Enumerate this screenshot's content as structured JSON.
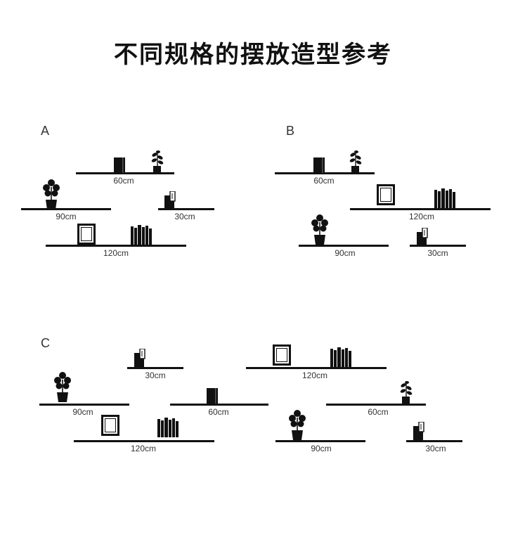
{
  "title": "不同规格的摆放造型参考",
  "groups": [
    {
      "label": "A",
      "shelves": [
        {
          "label": "60cm",
          "items": [
            "book",
            "plant-small"
          ]
        },
        {
          "label": "90cm",
          "items": [
            "plant-pot"
          ]
        },
        {
          "label": "30cm",
          "items": [
            "book-tag"
          ]
        },
        {
          "label": "120cm",
          "items": [
            "frame",
            "books"
          ]
        }
      ]
    },
    {
      "label": "B",
      "shelves": [
        {
          "label": "60cm",
          "items": [
            "book",
            "plant-small"
          ]
        },
        {
          "label": "120cm",
          "items": [
            "frame",
            "books"
          ]
        },
        {
          "label": "90cm",
          "items": [
            "plant-pot"
          ]
        },
        {
          "label": "30cm",
          "items": [
            "book-tag"
          ]
        }
      ]
    },
    {
      "label": "C",
      "shelves": [
        {
          "label": "30cm",
          "items": [
            "book-tag"
          ]
        },
        {
          "label": "120cm",
          "items": [
            "frame",
            "books"
          ]
        },
        {
          "label": "90cm",
          "items": [
            "plant-pot"
          ]
        },
        {
          "label": "60cm",
          "items": [
            "book"
          ]
        },
        {
          "label": "60cm",
          "items": [
            "plant-small"
          ]
        },
        {
          "label": "120cm",
          "items": [
            "frame",
            "books"
          ]
        },
        {
          "label": "90cm",
          "items": [
            "plant-pot"
          ]
        },
        {
          "label": "30cm",
          "items": [
            "book-tag"
          ]
        }
      ]
    }
  ]
}
